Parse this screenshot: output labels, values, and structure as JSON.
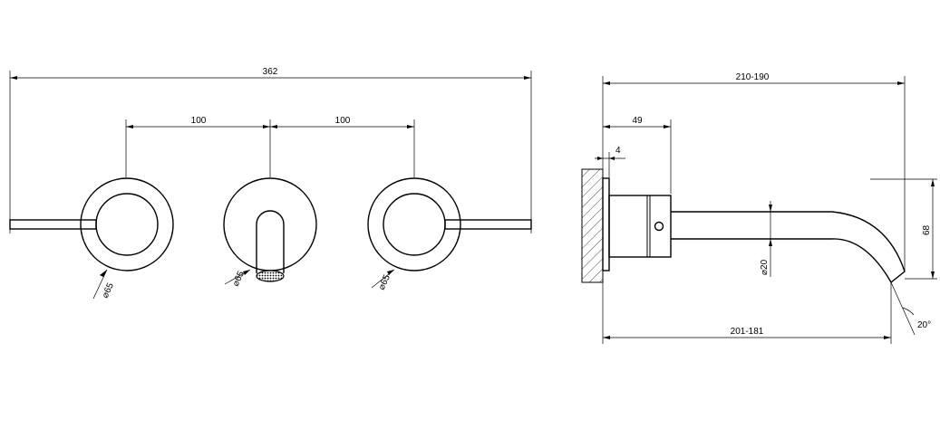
{
  "front_view": {
    "overall_width": "362",
    "spacing_left": "100",
    "spacing_right": "100",
    "left_handle_diameter": "65",
    "spout_rosette_diameter": "65",
    "right_handle_diameter": "65"
  },
  "side_view": {
    "total_length_top": "210-190",
    "body_length": "49",
    "wall_plate": "4",
    "spout_height": "68",
    "spout_diameter": "20",
    "length_bottom": "201-181",
    "outlet_angle": "20°"
  },
  "symbols": {
    "diameter": "⌀"
  }
}
